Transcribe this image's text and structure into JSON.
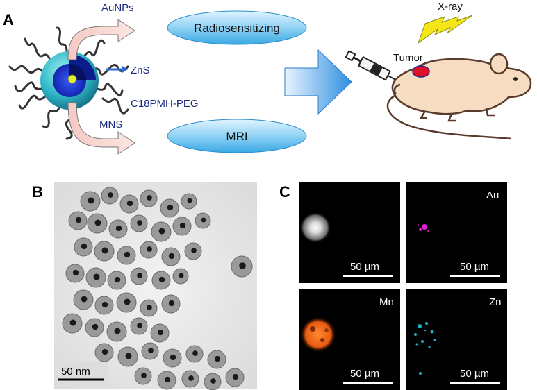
{
  "panels": {
    "a": {
      "letter": "A",
      "labels": {
        "aunps": "AuNPs",
        "zns": "ZnS",
        "polymer": "C18PMH-PEG",
        "mns": "MNS",
        "radiosensitizing": "Radiosensitizing",
        "mri": "MRI",
        "xray": "X-ray",
        "tumor": "Tumor"
      }
    },
    "b": {
      "letter": "B",
      "scalebar": "50 nm"
    },
    "c": {
      "letter": "C",
      "tiles": [
        {
          "element": "",
          "scalebar": "50 µm",
          "color": "#e8e8e8"
        },
        {
          "element": "Au",
          "scalebar": "50 µm",
          "color": "#e020d0"
        },
        {
          "element": "Mn",
          "scalebar": "50 µm",
          "color": "#ff6a1a"
        },
        {
          "element": "Zn",
          "scalebar": "50 µm",
          "color": "#20c8d8"
        }
      ]
    }
  },
  "colors": {
    "label_blue": "#1b2a80",
    "ellipse_blue": "#49b6e8",
    "arrow_pink": "#f3c4c4",
    "flow_arrow": "#2f8fe0",
    "tumor_red": "#e0102a",
    "mouse_fill": "#f6dcc0",
    "bolt_yellow": "#f5e61a"
  }
}
